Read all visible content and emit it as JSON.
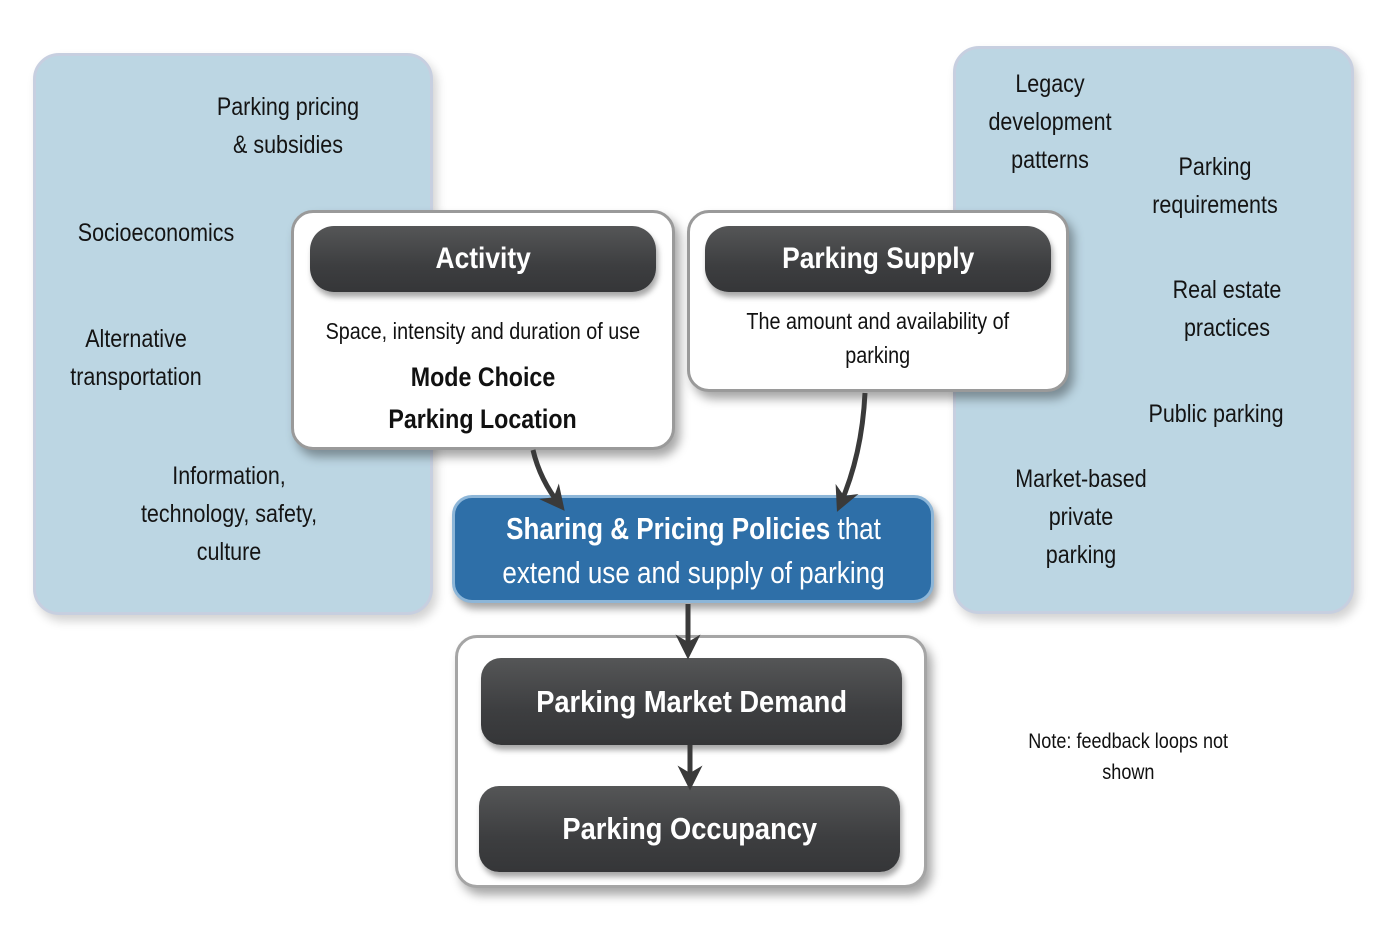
{
  "left_panel": {
    "factors": [
      "Parking pricing\n& subsidies",
      "Socioeconomics",
      "Alternative\ntransportation",
      "Information,\ntechnology, safety,\nculture"
    ]
  },
  "right_panel": {
    "factors": [
      "Legacy\ndevelopment\npatterns",
      "Parking\nrequirements",
      "Real estate\npractices",
      "Public parking",
      "Market-based\nprivate\nparking"
    ]
  },
  "activity": {
    "title": "Activity",
    "description": "Space, intensity and duration of use",
    "bold_lines": [
      "Mode Choice",
      "Parking Location"
    ]
  },
  "supply": {
    "title": "Parking Supply",
    "description_lines": [
      "The amount and availability of",
      "parking"
    ]
  },
  "policy": {
    "bold": "Sharing & Pricing Policies",
    "rest_line1": " that",
    "line2": "extend use and supply of parking"
  },
  "outcomes": {
    "demand": "Parking Market Demand",
    "occupancy": "Parking Occupancy"
  },
  "note": {
    "line1": "Note: feedback loops not",
    "line2": "shown"
  },
  "colors": {
    "panel": "#bcd6e3",
    "policy": "#2e6fa8",
    "pill": "#3d3e40",
    "arrow": "#3a3a3a"
  }
}
